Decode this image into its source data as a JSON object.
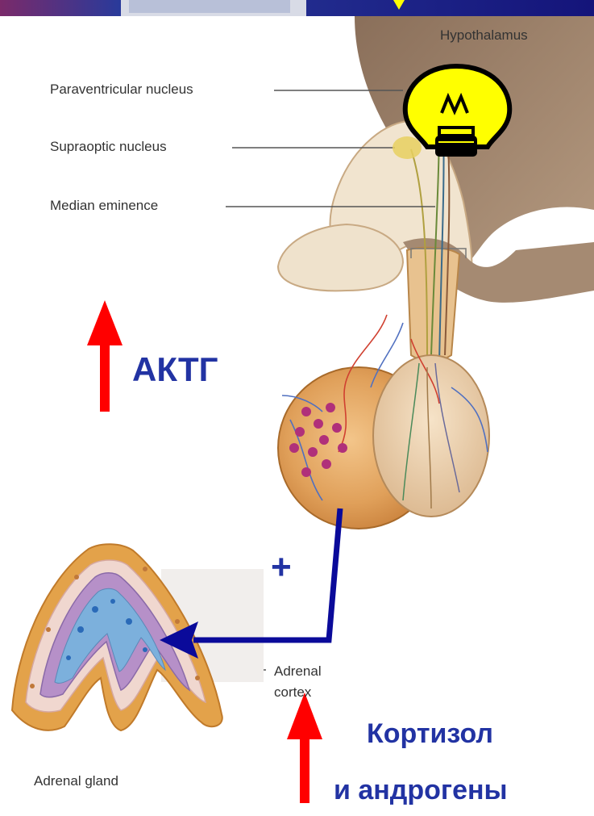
{
  "labels": {
    "hypothalamus": "Hypothalamus",
    "paraventricular": "Paraventricular nucleus",
    "supraoptic": "Supraoptic nucleus",
    "median_eminence": "Median eminence",
    "adrenal_cortex_line1": "Adrenal",
    "adrenal_cortex_line2": "cortex",
    "adrenal_gland": "Adrenal gland"
  },
  "annotations": {
    "acth": "АКТГ",
    "plus": "+",
    "cortisol": "Кортизол",
    "androgens": "и андрогены"
  },
  "colors": {
    "up_arrow": "#ff0000",
    "pathway_arrow": "#0a0a9a",
    "annotation_text": "#2233a3",
    "bulb": "#ffff00",
    "top_banner": "#1a1a8a"
  },
  "icons": {
    "bulb": "light-bulb-icon",
    "acth_arrow": "arrow-up-icon",
    "cortisol_arrow": "arrow-up-icon"
  }
}
